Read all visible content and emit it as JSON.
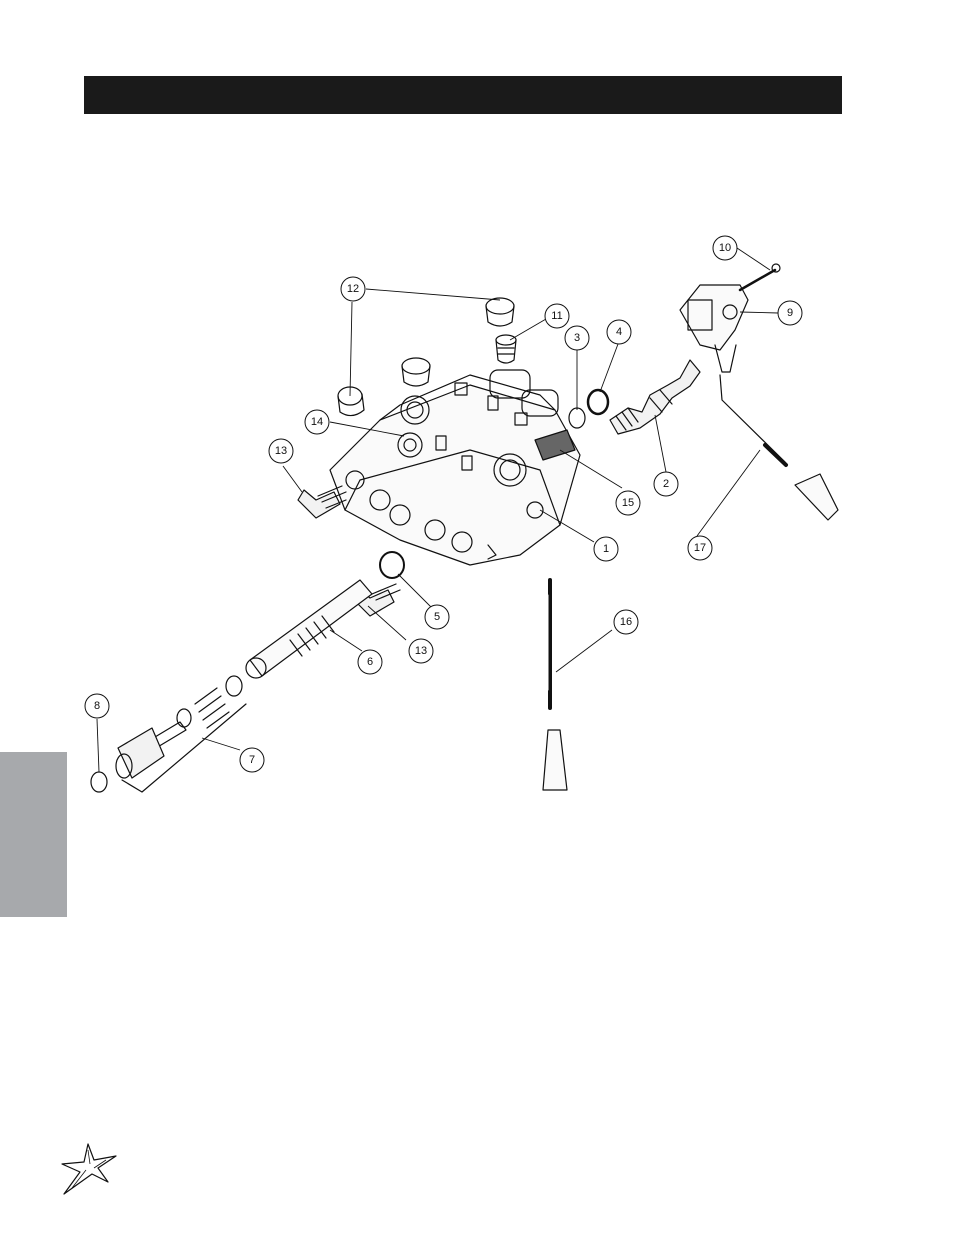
{
  "header": {
    "title": ""
  },
  "side_tab": {
    "label": ""
  },
  "callouts": [
    "10",
    "9",
    "12",
    "11",
    "3",
    "4",
    "14",
    "13",
    "15",
    "2",
    "17",
    "1",
    "5",
    "13",
    "6",
    "16",
    "8",
    "7"
  ],
  "parts": {
    "valve_body": "1",
    "relief_cartridge": "2",
    "o_ring": "3",
    "backup_ring": "4",
    "seal": "5",
    "spool": "6",
    "spring_kit": "7",
    "cap": "8",
    "handle_bracket": "9",
    "pin": "10",
    "check_cartridge": "11",
    "plug": "12",
    "elbow_fitting": "13",
    "port_plug": "14",
    "label": "15",
    "rod": "16",
    "handle": "17"
  },
  "colors": {
    "header": "#1a1a1a",
    "tab": "#a7a9ac",
    "line": "#111111"
  },
  "logo": {
    "icon": "star-burst-logo-icon"
  }
}
